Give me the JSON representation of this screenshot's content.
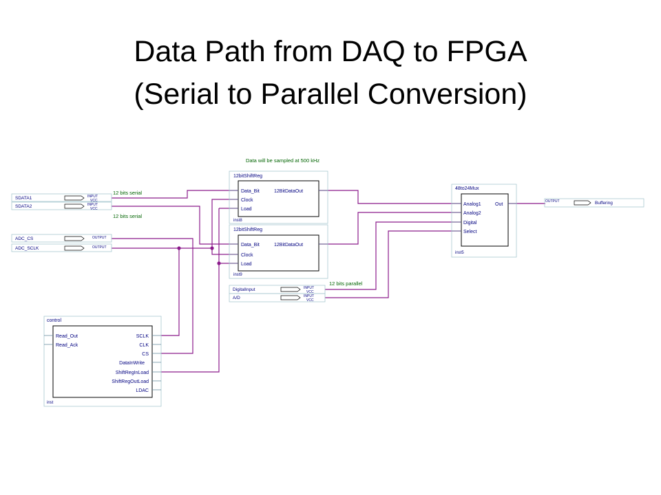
{
  "title": {
    "line1": "Data Path from DAQ to FPGA",
    "line2": "(Serial to Parallel Conversion)"
  },
  "colors": {
    "wire": "#8b1a8b",
    "box": "#a8c8d0",
    "text": "#000080",
    "annotation": "#006400"
  },
  "annotations": {
    "sample_rate": "Data will be sampled at 500 kHz",
    "serial_top": "12 bits serial",
    "serial_bottom": "12 bits serial",
    "parallel": "12 bits parallel"
  },
  "inputs": [
    {
      "name": "SDATA1",
      "tag": "INPUT",
      "vcc": "VCC"
    },
    {
      "name": "SDATA2",
      "tag": "INPUT",
      "vcc": "VCC"
    }
  ],
  "outputs_left": [
    {
      "name": "ADC_CS",
      "tag": "OUTPUT"
    },
    {
      "name": "ADC_SCLK",
      "tag": "OUTPUT"
    }
  ],
  "shift_reg_top": {
    "title": "12bitShiftReg",
    "ports_in": [
      "Data_Bit",
      "Clock",
      "Load"
    ],
    "port_out": "12BitDataOut",
    "inst": "inst8"
  },
  "shift_reg_bottom": {
    "title": "12bitShiftReg",
    "ports_in": [
      "Data_Bit",
      "Clock",
      "Load"
    ],
    "port_out": "12BitDataOut",
    "inst": "inst9"
  },
  "mux": {
    "title": "48to24Mux",
    "ports_in": [
      "Analog1",
      "Analog2",
      "Digital",
      "Select"
    ],
    "port_out": "Out",
    "inst": "inst5"
  },
  "bottom_inputs": [
    {
      "name": "DigitalInput",
      "tag": "INPUT",
      "vcc": "VCC"
    },
    {
      "name": "A/D",
      "tag": "INPUT",
      "vcc": "VCC"
    }
  ],
  "output_right": {
    "tag": "OUTPUT",
    "name": "Buffering"
  },
  "control": {
    "title": "control",
    "ports_in": [
      "Read_Out",
      "Read_Ack"
    ],
    "ports_out": [
      "SCLK",
      "CLK",
      "CS",
      "DataInWrite",
      "ShiftRegInLoad",
      "ShiftRegOutLoad",
      "LDAC"
    ],
    "inst": "inst"
  }
}
